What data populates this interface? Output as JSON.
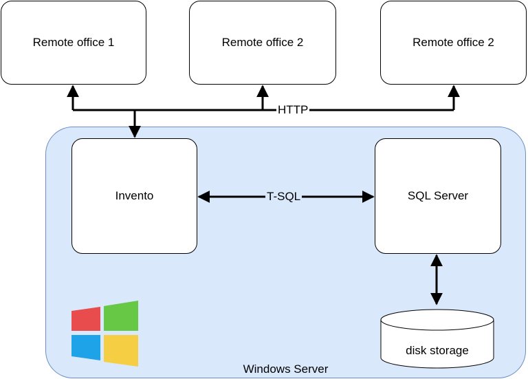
{
  "offices": [
    {
      "label": "Remote office 1"
    },
    {
      "label": "Remote office 2"
    },
    {
      "label": "Remote office 2"
    }
  ],
  "server": {
    "label": "Windows Server",
    "fill": "#dae8fc",
    "stroke": "#6c8ebf"
  },
  "app": {
    "label": "Invento"
  },
  "db": {
    "label": "SQL Server"
  },
  "storage": {
    "label": "disk storage"
  },
  "edges": {
    "http": "HTTP",
    "tsql": "T-SQL"
  },
  "logo": {
    "colors": [
      "#e84c4c",
      "#66c844",
      "#1ea2e8",
      "#f6ce44"
    ],
    "icon": "windows-logo-icon"
  }
}
